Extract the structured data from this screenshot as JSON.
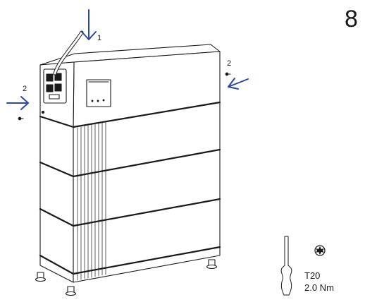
{
  "step": {
    "number": "8"
  },
  "callouts": {
    "top": "1",
    "right": "2",
    "left": "2"
  },
  "tool": {
    "bit": "T20",
    "torque": "2.0 Nm"
  },
  "colors": {
    "arrow": "#2b4a9c",
    "line": "#1a1a1a",
    "fill": "#ffffff"
  },
  "modules": {
    "count": 4
  },
  "icons": {
    "arrow": "arrow-icon",
    "screw": "screw-icon",
    "screwdriver": "screwdriver-icon",
    "torx": "torx-icon"
  }
}
